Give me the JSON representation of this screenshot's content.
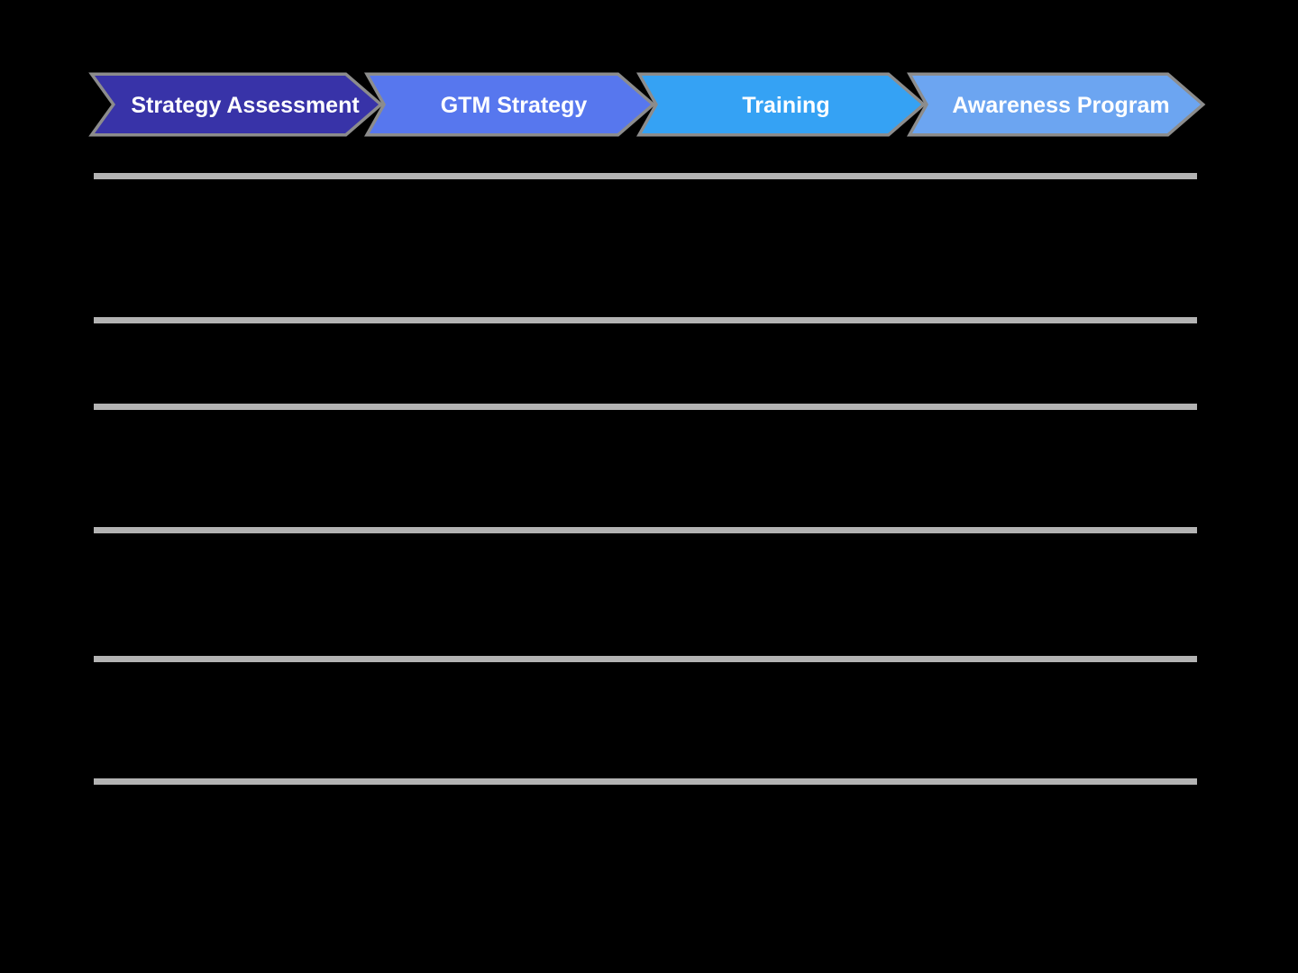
{
  "theme": {
    "background": "#000000",
    "stage-outline": "#8c8c8c",
    "divider": "#b3b3b3",
    "stage-label": "#ffffff"
  },
  "process_bar": {
    "stages": [
      {
        "label": "Strategy Assessment",
        "fill": "#3833a8"
      },
      {
        "label": "GTM Strategy",
        "fill": "#5777ee"
      },
      {
        "label": "Training",
        "fill": "#35a2f4"
      },
      {
        "label": "Awareness Program",
        "fill": "#6ca5f1"
      }
    ]
  },
  "dividers": {
    "count": 6
  }
}
